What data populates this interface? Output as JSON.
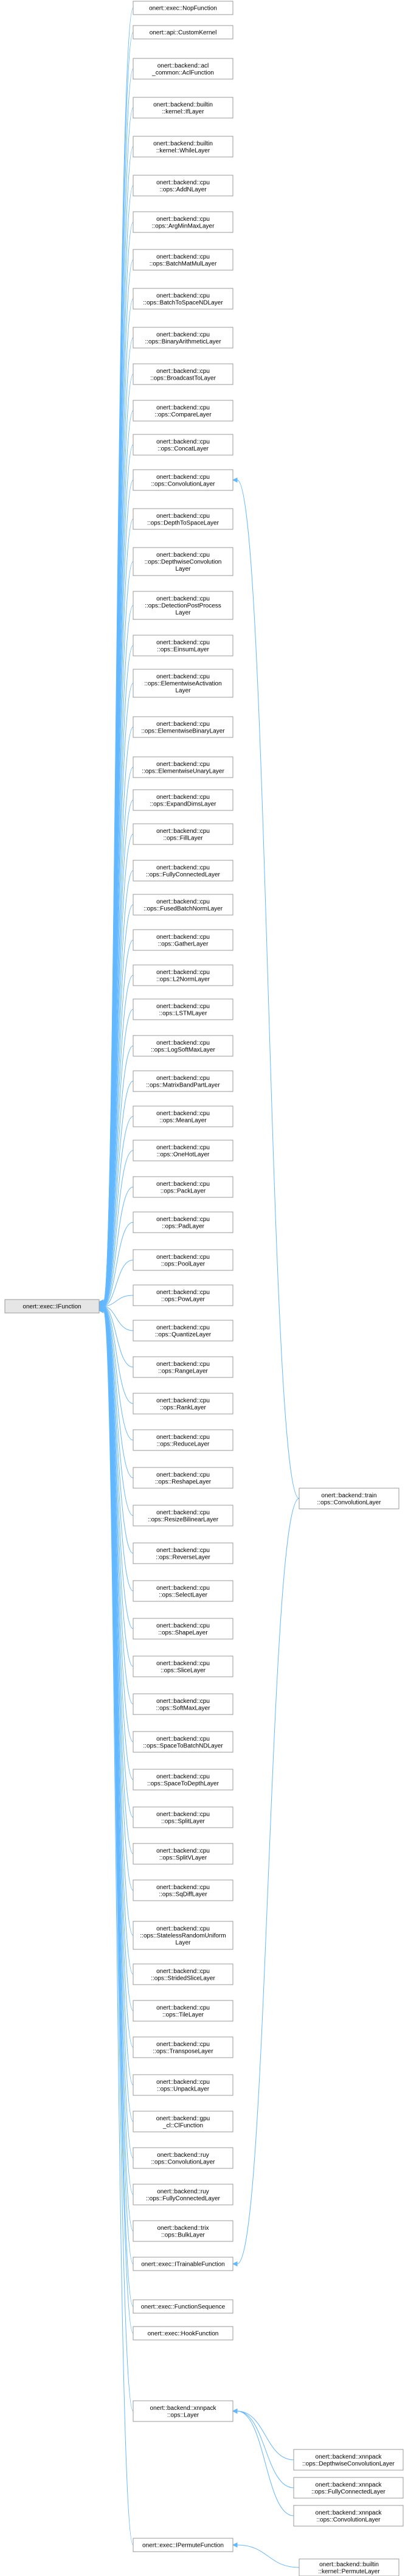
{
  "diagram": {
    "type": "inheritance-graph",
    "root": "n_ifunction",
    "colors": {
      "edge": "#63b8ff",
      "node_border": "#999999",
      "root_fill": "#e6e6e6",
      "node_fill": "#ffffff"
    },
    "nodes": [
      {
        "id": "n_ifunction",
        "lines": [
          "onert::exec::IFunction"
        ],
        "root": true
      },
      {
        "id": "n0",
        "lines": [
          "onert::exec::NopFunction"
        ]
      },
      {
        "id": "n1",
        "lines": [
          "onert::api::CustomKernel"
        ]
      },
      {
        "id": "n2",
        "lines": [
          "onert::backend::acl",
          "_common::AclFunction"
        ]
      },
      {
        "id": "n3",
        "lines": [
          "onert::backend::builtin",
          "::kernel::IfLayer"
        ]
      },
      {
        "id": "n4",
        "lines": [
          "onert::backend::builtin",
          "::kernel::WhileLayer"
        ]
      },
      {
        "id": "n5",
        "lines": [
          "onert::backend::cpu",
          "::ops::AddNLayer"
        ]
      },
      {
        "id": "n6",
        "lines": [
          "onert::backend::cpu",
          "::ops::ArgMinMaxLayer"
        ]
      },
      {
        "id": "n7",
        "lines": [
          "onert::backend::cpu",
          "::ops::BatchMatMulLayer"
        ]
      },
      {
        "id": "n8",
        "lines": [
          "onert::backend::cpu",
          "::ops::BatchToSpaceNDLayer"
        ]
      },
      {
        "id": "n9",
        "lines": [
          "onert::backend::cpu",
          "::ops::BinaryArithmeticLayer"
        ]
      },
      {
        "id": "n10",
        "lines": [
          "onert::backend::cpu",
          "::ops::BroadcastToLayer"
        ]
      },
      {
        "id": "n11",
        "lines": [
          "onert::backend::cpu",
          "::ops::CompareLayer"
        ]
      },
      {
        "id": "n12",
        "lines": [
          "onert::backend::cpu",
          "::ops::ConcatLayer"
        ]
      },
      {
        "id": "n13",
        "lines": [
          "onert::backend::cpu",
          "::ops::ConvolutionLayer"
        ]
      },
      {
        "id": "n14",
        "lines": [
          "onert::backend::cpu",
          "::ops::DepthToSpaceLayer"
        ]
      },
      {
        "id": "n15",
        "lines": [
          "onert::backend::cpu",
          "::ops::DepthwiseConvolution",
          "Layer"
        ]
      },
      {
        "id": "n16",
        "lines": [
          "onert::backend::cpu",
          "::ops::DetectionPostProcess",
          "Layer"
        ]
      },
      {
        "id": "n17",
        "lines": [
          "onert::backend::cpu",
          "::ops::EinsumLayer"
        ]
      },
      {
        "id": "n18",
        "lines": [
          "onert::backend::cpu",
          "::ops::ElementwiseActivation",
          "Layer"
        ]
      },
      {
        "id": "n19",
        "lines": [
          "onert::backend::cpu",
          "::ops::ElementwiseBinaryLayer"
        ]
      },
      {
        "id": "n20",
        "lines": [
          "onert::backend::cpu",
          "::ops::ElementwiseUnaryLayer"
        ]
      },
      {
        "id": "n21",
        "lines": [
          "onert::backend::cpu",
          "::ops::ExpandDimsLayer"
        ]
      },
      {
        "id": "n22",
        "lines": [
          "onert::backend::cpu",
          "::ops::FillLayer"
        ]
      },
      {
        "id": "n23",
        "lines": [
          "onert::backend::cpu",
          "::ops::FullyConnectedLayer"
        ]
      },
      {
        "id": "n24",
        "lines": [
          "onert::backend::cpu",
          "::ops::FusedBatchNormLayer"
        ]
      },
      {
        "id": "n25",
        "lines": [
          "onert::backend::cpu",
          "::ops::GatherLayer"
        ]
      },
      {
        "id": "n26",
        "lines": [
          "onert::backend::cpu",
          "::ops::L2NormLayer"
        ]
      },
      {
        "id": "n27",
        "lines": [
          "onert::backend::cpu",
          "::ops::LSTMLayer"
        ]
      },
      {
        "id": "n28",
        "lines": [
          "onert::backend::cpu",
          "::ops::LogSoftMaxLayer"
        ]
      },
      {
        "id": "n29",
        "lines": [
          "onert::backend::cpu",
          "::ops::MatrixBandPartLayer"
        ]
      },
      {
        "id": "n30",
        "lines": [
          "onert::backend::cpu",
          "::ops::MeanLayer"
        ]
      },
      {
        "id": "n31",
        "lines": [
          "onert::backend::cpu",
          "::ops::OneHotLayer"
        ]
      },
      {
        "id": "n32",
        "lines": [
          "onert::backend::cpu",
          "::ops::PackLayer"
        ]
      },
      {
        "id": "n33",
        "lines": [
          "onert::backend::cpu",
          "::ops::PadLayer"
        ]
      },
      {
        "id": "n34",
        "lines": [
          "onert::backend::cpu",
          "::ops::PoolLayer"
        ]
      },
      {
        "id": "n35",
        "lines": [
          "onert::backend::cpu",
          "::ops::PowLayer"
        ]
      },
      {
        "id": "n36",
        "lines": [
          "onert::backend::cpu",
          "::ops::QuantizeLayer"
        ]
      },
      {
        "id": "n37",
        "lines": [
          "onert::backend::cpu",
          "::ops::RangeLayer"
        ]
      },
      {
        "id": "n38",
        "lines": [
          "onert::backend::cpu",
          "::ops::RankLayer"
        ]
      },
      {
        "id": "n39",
        "lines": [
          "onert::backend::cpu",
          "::ops::ReduceLayer"
        ]
      },
      {
        "id": "n40",
        "lines": [
          "onert::backend::cpu",
          "::ops::ReshapeLayer"
        ]
      },
      {
        "id": "n41",
        "lines": [
          "onert::backend::cpu",
          "::ops::ResizeBilinearLayer"
        ]
      },
      {
        "id": "n42",
        "lines": [
          "onert::backend::cpu",
          "::ops::ReverseLayer"
        ]
      },
      {
        "id": "n43",
        "lines": [
          "onert::backend::cpu",
          "::ops::SelectLayer"
        ]
      },
      {
        "id": "n44",
        "lines": [
          "onert::backend::cpu",
          "::ops::ShapeLayer"
        ]
      },
      {
        "id": "n45",
        "lines": [
          "onert::backend::cpu",
          "::ops::SliceLayer"
        ]
      },
      {
        "id": "n46",
        "lines": [
          "onert::backend::cpu",
          "::ops::SoftMaxLayer"
        ]
      },
      {
        "id": "n47",
        "lines": [
          "onert::backend::cpu",
          "::ops::SpaceToBatchNDLayer"
        ]
      },
      {
        "id": "n48",
        "lines": [
          "onert::backend::cpu",
          "::ops::SpaceToDepthLayer"
        ]
      },
      {
        "id": "n49",
        "lines": [
          "onert::backend::cpu",
          "::ops::SplitLayer"
        ]
      },
      {
        "id": "n50",
        "lines": [
          "onert::backend::cpu",
          "::ops::SplitVLayer"
        ]
      },
      {
        "id": "n51",
        "lines": [
          "onert::backend::cpu",
          "::ops::SqDiffLayer"
        ]
      },
      {
        "id": "n52",
        "lines": [
          "onert::backend::cpu",
          "::ops::StatelessRandomUniform",
          "Layer"
        ]
      },
      {
        "id": "n53",
        "lines": [
          "onert::backend::cpu",
          "::ops::StridedSliceLayer"
        ]
      },
      {
        "id": "n54",
        "lines": [
          "onert::backend::cpu",
          "::ops::TileLayer"
        ]
      },
      {
        "id": "n55",
        "lines": [
          "onert::backend::cpu",
          "::ops::TransposeLayer"
        ]
      },
      {
        "id": "n56",
        "lines": [
          "onert::backend::cpu",
          "::ops::UnpackLayer"
        ]
      },
      {
        "id": "n57",
        "lines": [
          "onert::backend::gpu",
          "_cl::ClFunction"
        ]
      },
      {
        "id": "n58",
        "lines": [
          "onert::backend::ruy",
          "::ops::ConvolutionLayer"
        ]
      },
      {
        "id": "n59",
        "lines": [
          "onert::backend::ruy",
          "::ops::FullyConnectedLayer"
        ]
      },
      {
        "id": "n60",
        "lines": [
          "onert::backend::trix",
          "::ops::BulkLayer"
        ]
      },
      {
        "id": "n61",
        "lines": [
          "onert::exec::ITrainableFunction"
        ]
      },
      {
        "id": "n62",
        "lines": [
          "onert::exec::FunctionSequence"
        ]
      },
      {
        "id": "n63",
        "lines": [
          "onert::exec::HookFunction"
        ]
      },
      {
        "id": "n64",
        "lines": [
          "onert::backend::xnnpack",
          "::ops::Layer"
        ]
      },
      {
        "id": "n65",
        "lines": [
          "onert::exec::IPermuteFunction"
        ]
      },
      {
        "id": "t_conv",
        "lines": [
          "onert::backend::train",
          "::ops::ConvolutionLayer"
        ]
      },
      {
        "id": "x_dw",
        "lines": [
          "onert::backend::xnnpack",
          "::ops::DepthwiseConvolutionLayer"
        ]
      },
      {
        "id": "x_fc",
        "lines": [
          "onert::backend::xnnpack",
          "::ops::FullyConnectedLayer"
        ]
      },
      {
        "id": "x_conv",
        "lines": [
          "onert::backend::xnnpack",
          "::ops::ConvolutionLayer"
        ]
      },
      {
        "id": "b_perm",
        "lines": [
          "onert::backend::builtin",
          "::kernel::PermuteLayer"
        ]
      }
    ],
    "edges": [
      {
        "child": "t_conv",
        "parent": "n13"
      },
      {
        "child": "t_conv",
        "parent": "n61"
      },
      {
        "child": "x_dw",
        "parent": "n64"
      },
      {
        "child": "x_fc",
        "parent": "n64"
      },
      {
        "child": "x_conv",
        "parent": "n64"
      },
      {
        "child": "b_perm",
        "parent": "n65"
      }
    ]
  }
}
